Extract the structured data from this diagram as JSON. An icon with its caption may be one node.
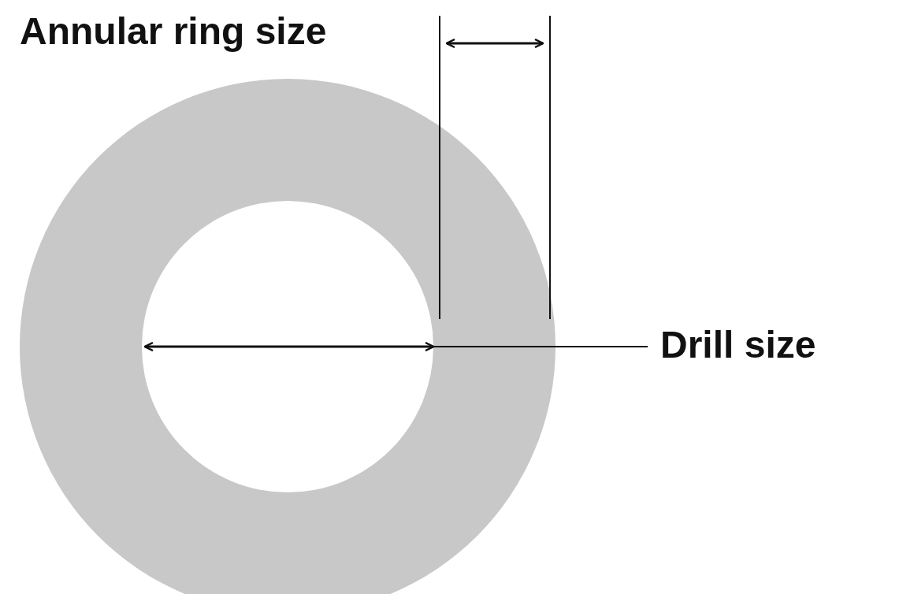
{
  "diagram": {
    "nodes": [
      {
        "text": [
          "Drill size"
        ]
      },
      {
        "text": [],
        "shape": "circle"
      }
    ],
    "edges": [
      {
        "from": 0,
        "to": 1,
        "arrow": "none"
      }
    ],
    "labels": [
      "Annular ring size"
    ]
  }
}
